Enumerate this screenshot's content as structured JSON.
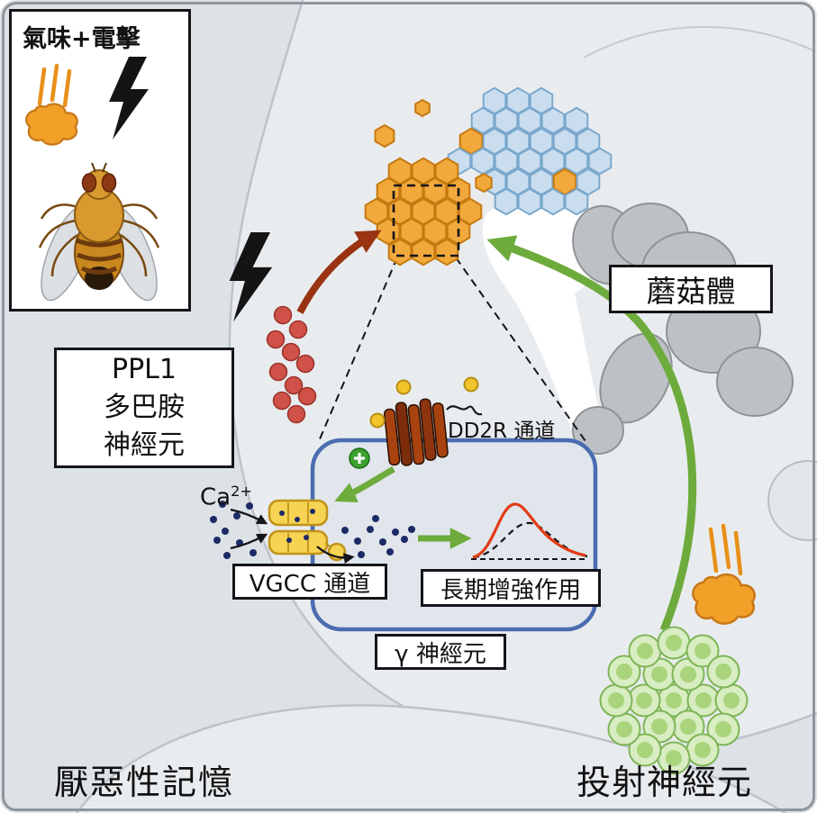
{
  "inset": {
    "title": "氣味+電擊"
  },
  "labels": {
    "mushroom_body": "蘑菇體",
    "ppl1": [
      "PPL1",
      "多巴胺",
      "神經元"
    ],
    "dd2r_channel": "DD2R 通道",
    "calcium_base": "Ca",
    "calcium_sup": "2+",
    "vgcc_channel": "VGCC 通道",
    "ltp": "長期增強作用",
    "gamma_neuron": "γ 神經元",
    "aversive_memory": "厭惡性記憶",
    "projection_neurons": "投射神經元"
  },
  "icons": {
    "lightning-bolt-icon": "black jagged bolt shape",
    "odor-puff-icon": "orange cloud puff",
    "odor-stream-icon": "three orange motion lines",
    "plus-icon": "+",
    "fly-icon": "fruit fly top view"
  },
  "colors": {
    "background": "#dde2e7",
    "region_fill": "#e9ecef",
    "region_stroke": "#bdc3ca",
    "kenyon_blue_fill": "#c9ddef",
    "kenyon_blue_stroke": "#7aa8cc",
    "kenyon_orange_fill": "#f2a93c",
    "kenyon_orange_stroke": "#c6790f",
    "mushroom_gray_fill": "#bdc1c5",
    "mushroom_gray_stroke": "#8f9397",
    "dopamine_red": "#cf5147",
    "arrow_dark_red": "#993312",
    "green": "#6cab3c",
    "cell_border_blue": "#4a6cb0",
    "channel_yellow": "#f6d352",
    "receptor_brown": "#8e3510",
    "calcium_navy": "#1c2a66",
    "pn_green_fill": "#d8edc2",
    "pn_green_stroke": "#7fb558",
    "ltp_red": "#e23b16",
    "black": "#15151a"
  }
}
